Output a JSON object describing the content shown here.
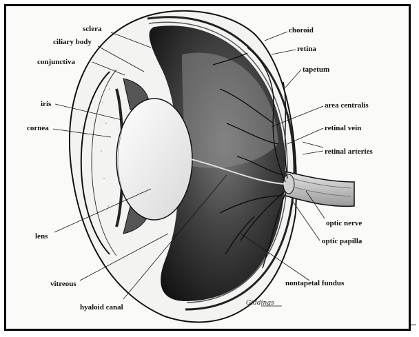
{
  "diagram": {
    "labels": {
      "sclera": "sclera",
      "ciliary_body": "ciliary body",
      "conjunctiva": "conjunctiva",
      "iris": "iris",
      "cornea": "cornea",
      "lens": "lens",
      "vitreous": "vitreous",
      "hyaloid_canal": "hyaloid canal",
      "choroid": "choroid",
      "retina": "retina",
      "tapetum": "tapetum",
      "area_centralis": "area centralis",
      "retinal_vein": "retinal vein",
      "retinal_arteries": "retinal arteries",
      "optic_nerve": "optic nerve",
      "optic_papilla": "optic papilla",
      "nontapetal_fundus": "nontapetal fundus"
    },
    "signature": "Giddings"
  }
}
